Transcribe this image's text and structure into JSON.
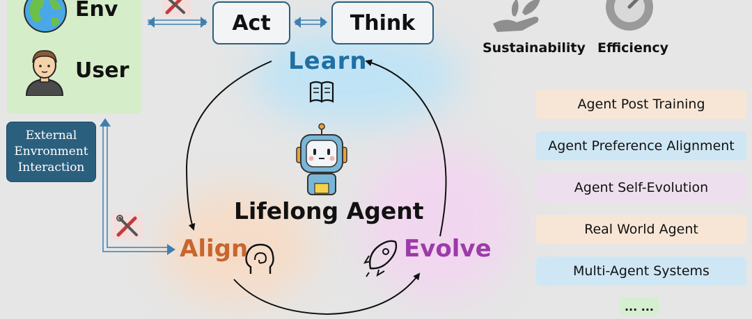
{
  "left_panel": {
    "env_label": "Env",
    "user_label": "User",
    "external_box": [
      "External",
      "Envronment",
      "Interaction"
    ]
  },
  "top_row": {
    "act_label": "Act",
    "think_label": "Think"
  },
  "cycle": {
    "learn_label": "Learn",
    "align_label": "Align",
    "evolve_label": "Evolve",
    "center_label": "Lifelong Agent"
  },
  "goals": {
    "sustainability_label": "Sustainability",
    "efficiency_label": "Efficiency"
  },
  "topics": [
    {
      "label": "Agent Post Training",
      "color": "#f7e6d6"
    },
    {
      "label": "Agent Preference Alignment",
      "color": "#cfe7f4"
    },
    {
      "label": "Agent Self-Evolution",
      "color": "#eedfee"
    },
    {
      "label": "Real World Agent",
      "color": "#f7e6d6"
    },
    {
      "label": "Multi-Agent Systems",
      "color": "#cfe7f4"
    }
  ],
  "more_label": "... ...",
  "colors": {
    "learn": "#1f6fa3",
    "align": "#c8662e",
    "evolve": "#9b3ca8",
    "box_border": "#2b5f7e",
    "env_panel": "#d6edc9"
  },
  "icons": [
    "globe-icon",
    "user-avatar-icon",
    "tools-icon",
    "book-icon",
    "robot-icon",
    "head-icon",
    "rocket-icon",
    "sustainability-icon",
    "gauge-icon"
  ]
}
